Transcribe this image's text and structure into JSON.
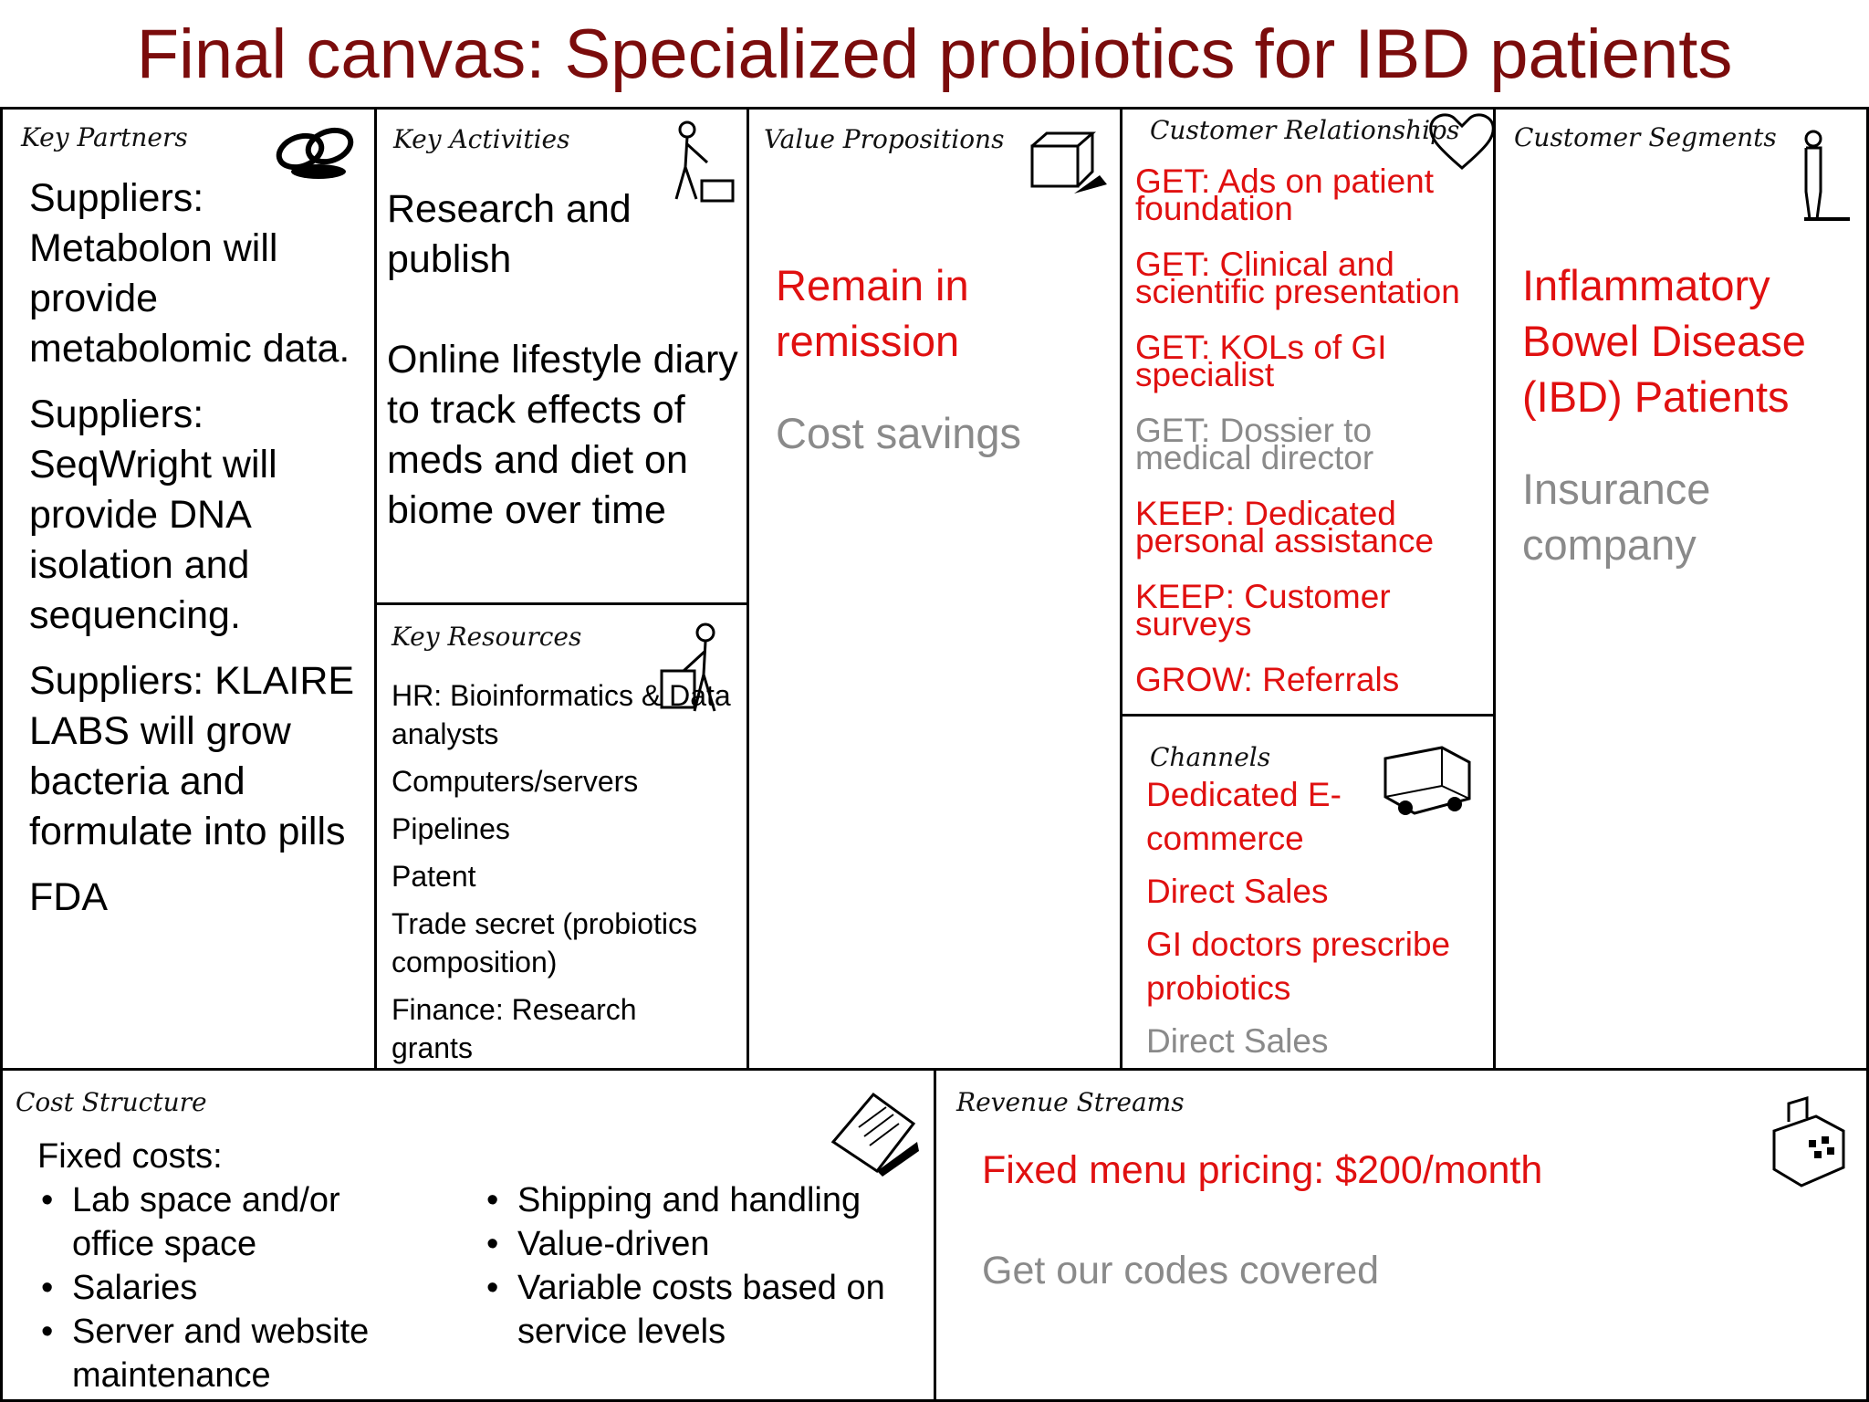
{
  "title": "Final canvas: Specialized probiotics for IBD patients",
  "colors": {
    "title": "#7b0c0c",
    "red": "#e01010",
    "gray": "#8a8a8a"
  },
  "key_partners": {
    "header": "Key Partners",
    "icon": "chain-links-icon",
    "items": [
      "Suppliers: Metabolon will provide metabolomic data.",
      "Suppliers: SeqWright will provide DNA isolation and sequencing.",
      "Suppliers: KLAIRE LABS will grow bacteria and formulate into pills",
      "FDA"
    ]
  },
  "key_activities": {
    "header": "Key Activities",
    "icon": "worker-icon",
    "items": [
      "Research and publish",
      "Online lifestyle diary to track effects of meds and diet on biome over time"
    ]
  },
  "key_resources": {
    "header": "Key Resources",
    "icon": "worker-with-box-icon",
    "items": [
      "HR: Bioinformatics & Data analysts",
      "Computers/servers",
      "Pipelines",
      "Patent",
      "Trade secret (probiotics composition)",
      "Finance: Research grants"
    ]
  },
  "value_propositions": {
    "header": "Value Propositions",
    "icon": "gift-icon",
    "primary": "Remain in remission",
    "secondary": "Cost savings"
  },
  "customer_relationships": {
    "header": "Customer Relationships",
    "icon": "heart-icon",
    "items": [
      {
        "text": "GET: Ads on patient foundation",
        "color": "red"
      },
      {
        "text": "GET: Clinical and scientific presentation",
        "color": "red"
      },
      {
        "text": "GET: KOLs of GI specialist",
        "color": "red"
      },
      {
        "text": "GET: Dossier to medical director",
        "color": "gray"
      },
      {
        "text": "KEEP: Dedicated personal assistance",
        "color": "red"
      },
      {
        "text": "KEEP: Customer surveys",
        "color": "red"
      },
      {
        "text": "GROW: Referrals",
        "color": "red"
      }
    ]
  },
  "channels": {
    "header": "Channels",
    "icon": "truck-icon",
    "items": [
      {
        "text": "Dedicated E-commerce",
        "color": "red"
      },
      {
        "text": "Direct Sales",
        "color": "red"
      },
      {
        "text": "GI doctors prescribe probiotics",
        "color": "red"
      },
      {
        "text": "Direct Sales",
        "color": "gray"
      }
    ]
  },
  "customer_segments": {
    "header": "Customer Segments",
    "icon": "person-icon",
    "primary": "Inflammatory Bowel Disease (IBD) Patients",
    "secondary": "Insurance company"
  },
  "cost_structure": {
    "header": "Cost Structure",
    "icon": "receipt-icon",
    "fixed_label": "Fixed costs:",
    "left_items": [
      "Lab space and/or office space",
      "Salaries",
      "Server and website maintenance"
    ],
    "right_items": [
      "Shipping and handling",
      "Value-driven",
      "Variable costs based on service levels"
    ],
    "bullet": "•"
  },
  "revenue_streams": {
    "header": "Revenue Streams",
    "icon": "cash-register-icon",
    "primary": "Fixed menu pricing: $200/month",
    "secondary": "Get our codes covered"
  }
}
